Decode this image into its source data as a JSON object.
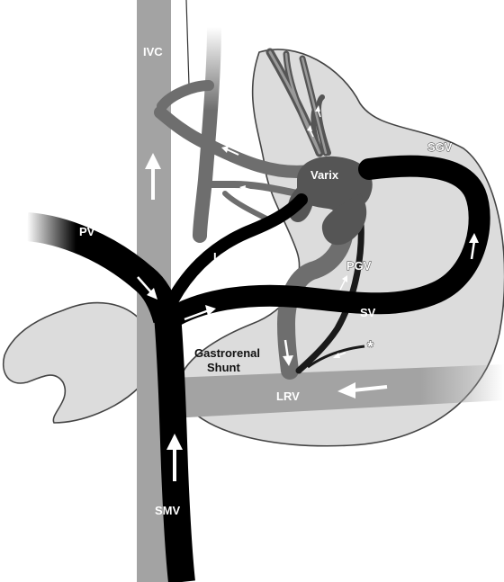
{
  "labels": {
    "ivc": "IVC",
    "pv": "PV",
    "lgv": "LGV",
    "varix": "Varix",
    "sgv": "SGV",
    "pgv": "PGV",
    "sv": "SV",
    "gastrorenal_line1": "Gastrorenal",
    "gastrorenal_line2": "Shunt",
    "asterisk": "*",
    "lrv": "LRV",
    "smv": "SMV"
  },
  "colors": {
    "stomach_fill": "#dcdcdc",
    "organ_outline": "#444444",
    "ivc_gray": "#a3a3a3",
    "dark_gray_vein": "#6e6e6e",
    "portal_black": "#000000",
    "arrow_white": "#ffffff"
  }
}
